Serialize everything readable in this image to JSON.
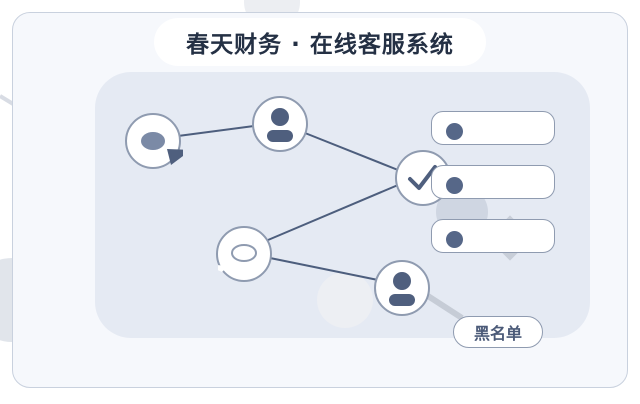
{
  "header": {
    "title": "春天财务 · 在线客服系统"
  },
  "nodes": [
    {
      "id": "chat-bubble-dark",
      "icon": "chat-bubble-icon"
    },
    {
      "id": "agent-top",
      "icon": "user-avatar-icon"
    },
    {
      "id": "checkmark",
      "icon": "checkmark-icon"
    },
    {
      "id": "chat-bubble-light",
      "icon": "chat-bubble-icon"
    },
    {
      "id": "agent-bottom",
      "icon": "user-avatar-icon"
    }
  ],
  "inputs": [
    {
      "placeholder": ""
    },
    {
      "placeholder": ""
    },
    {
      "placeholder": ""
    }
  ],
  "actions": {
    "blacklist_label": "黑名单"
  },
  "colors": {
    "accent": "#566788",
    "line": "#4d5e7d",
    "panel": "#e5eaf3",
    "frame_border": "#c9d1de"
  }
}
